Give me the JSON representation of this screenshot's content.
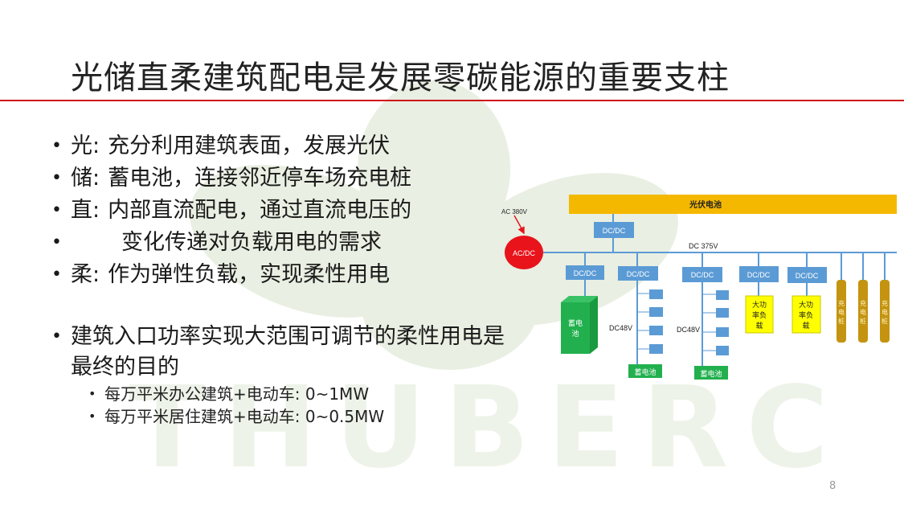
{
  "slide": {
    "title": "光储直柔建筑配电是发展零碳能源的重要支柱",
    "page_number": "8",
    "watermark_text": "THUBERC",
    "accent_color": "#d0141c"
  },
  "bullets": [
    {
      "key": "光:",
      "text": "充分利用建筑表面，发展光伏"
    },
    {
      "key": "储:",
      "text": "蓄电池，连接邻近停车场充电桩"
    },
    {
      "key": "直:",
      "text": "内部直流配电，通过直流电压的",
      "cont": "变化传递对负载用电的需求"
    },
    {
      "key": "柔:",
      "text": "作为弹性负载，实现柔性用电"
    }
  ],
  "goal": {
    "text": "建筑入口功率实现大范围可调节的柔性用电是最终的目的",
    "sub": [
      "每万平米办公建筑+电动车:  0~1MW",
      "每万平米居住建筑+电动车:  0~0.5MW"
    ]
  },
  "diagram": {
    "pv_label": "光伏电池",
    "ac_label": "AC 380V",
    "acdc_label": "AC/DC",
    "dcdc_label": "DC/DC",
    "small_dcdc_label": "DC/DC",
    "bus_label": "DC 375V",
    "battery_label": "蓄电池",
    "dc48_label_1": "DC48V",
    "dc48_label_2": "DC48V",
    "battery_bank_label": "蓄电池",
    "load_label": "大功率负载",
    "charger_label": "充电桩",
    "colors": {
      "pv": "#f5b800",
      "converter": "#5b9bd5",
      "acdc": "#e8131b",
      "battery": "#1fa84a",
      "load": "#ffff00",
      "charger": "#c49410",
      "bus": "#5b9bd5"
    }
  }
}
